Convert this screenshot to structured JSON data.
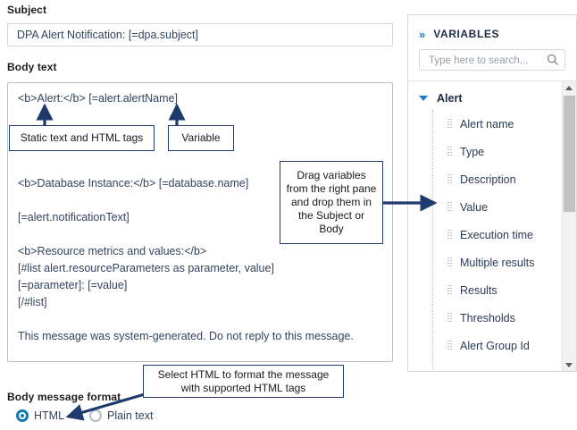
{
  "form": {
    "subject_label": "Subject",
    "subject_value": "DPA Alert Notification: [=dpa.subject]",
    "subject_placeholder": "",
    "body_label": "Body text",
    "body_value": "<b>Alert:</b> [=alert.alertName]\n\n\n\n\n<b>Database Instance:</b> [=database.name]\n\n[=alert.notificationText]\n\n<b>Resource metrics and values:</b>\n[#list alert.resourceParameters as parameter, value]\n[=parameter]: [=value]\n[/#list]\n\nThis message was system-generated. Do not reply to this message.",
    "format_label": "Body message format",
    "format_options": [
      {
        "label": "HTML",
        "selected": true
      },
      {
        "label": "Plain text",
        "selected": false
      }
    ]
  },
  "annotations": [
    {
      "id": "static",
      "text": "Static text and HTML tags"
    },
    {
      "id": "variable",
      "text": "Variable"
    },
    {
      "id": "drag",
      "text": "Drag variables from the right pane and drop them in the Subject or Body"
    },
    {
      "id": "html",
      "text": "Select HTML to format the message with supported HTML tags"
    }
  ],
  "variables_panel": {
    "title": "VARIABLES",
    "collapse_icon": "chevron-double-right-icon",
    "search_placeholder": "Type here to search...",
    "search_value": "",
    "search_icon": "search-icon",
    "groups": [
      {
        "label": "Alert",
        "expanded": true,
        "items": [
          "Alert name",
          "Type",
          "Description",
          "Value",
          "Execution time",
          "Multiple results",
          "Results",
          "Thresholds",
          "Alert Group Id"
        ]
      }
    ]
  },
  "colors": {
    "accent_blue": "#1b7fc4",
    "annotation_navy": "#1f3b6e",
    "text_navy": "#2b3b55",
    "border_grey": "#cfd4d9"
  }
}
